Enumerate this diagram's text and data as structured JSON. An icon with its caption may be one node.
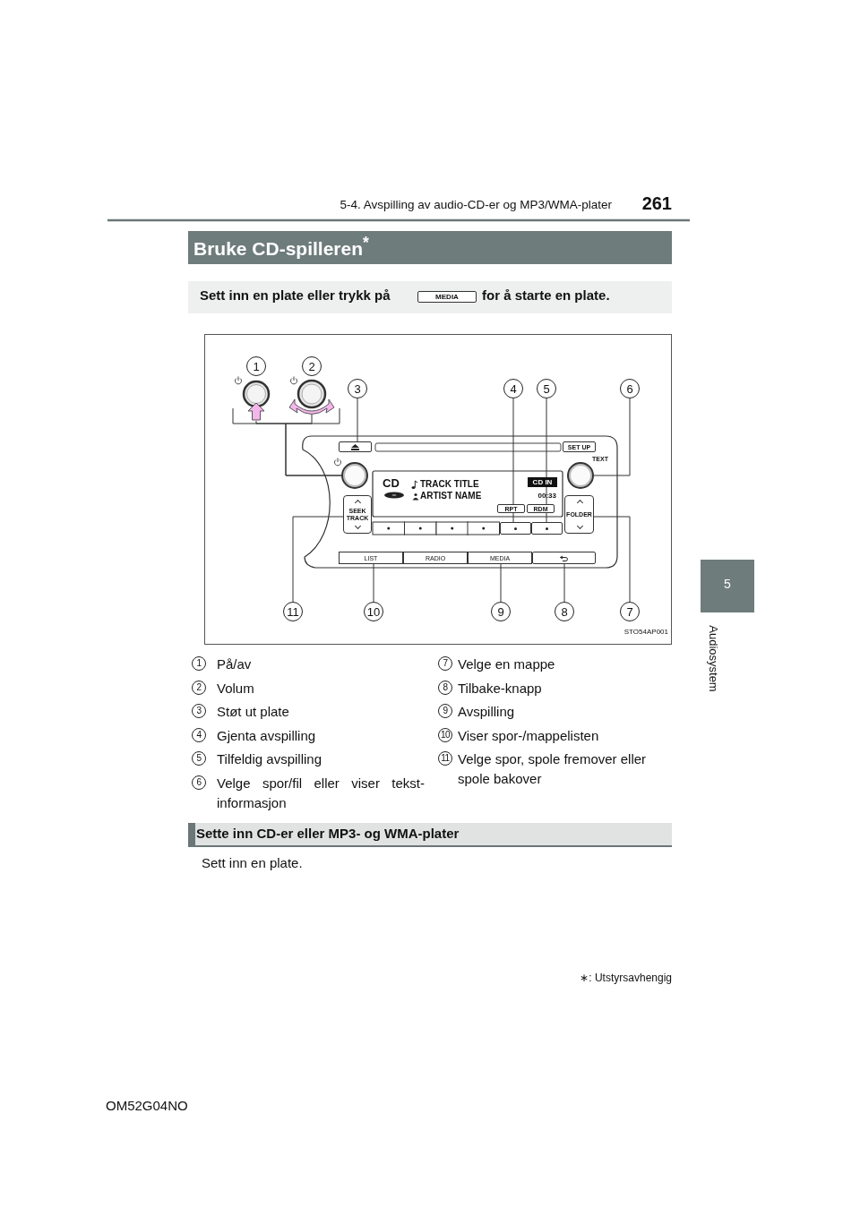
{
  "diagram": {
    "title": "Bruke CD-spilleren$^{*}$",
    "nodes": [
      {
        "text": [
          "1"
        ]
      },
      {
        "text": [
          "2"
        ]
      },
      {
        "text": [],
        "shape": "picture"
      },
      {
        "text": [],
        "shape": "picture"
      },
      {
        "text": [
          "3"
        ]
      },
      {
        "text": [
          "4"
        ]
      },
      {
        "text": [
          "5"
        ]
      },
      {
        "text": [
          "6"
        ]
      },
      {
        "text": [],
        "shape": "box"
      },
      {
        "text": [],
        "shape": "circle"
      },
      {
        "text": [],
        "shape": "circle"
      },
      {
        "text": [
          "SEEK TRACK"
        ]
      },
      {
        "text": [],
        "shape": "box"
      },
      {
        "text": [],
        "shape": "box"
      },
      {
        "text": [
          "FOLDER"
        ]
      },
      {
        "text": [
          "LIST"
        ]
      },
      {
        "text": [
          "RADIO"
        ]
      },
      {
        "text": [
          "MEDIA"
        ]
      },
      {
        "text": [],
        "shape": "box"
      },
      {
        "text": [
          "11"
        ]
      },
      {
        "text": [
          "10"
        ]
      },
      {
        "text": [
          "9"
        ]
      },
      {
        "text": [
          "8"
        ]
      },
      {
        "text": [
          "7"
        ]
      }
    ],
    "edges": [
      {
        "from": 2,
        "to": 9,
        "arrow": "none"
      },
      {
        "from": 3,
        "to": 9,
        "arrow": "none"
      },
      {
        "from": 4,
        "to": 8,
        "arrow": "none"
      },
      {
        "from": 5,
        "to": 12,
        "arrow": "none"
      },
      {
        "from": 6,
        "to": 13,
        "arrow": "none"
      },
      {
        "from": 7,
        "to": 10,
        "arrow": "none"
      },
      {
        "from": 19,
        "to": 11,
        "arrow": "none"
      },
      {
        "from": 20,
        "to": 15,
        "arrow": "none"
      },
      {
        "from": 21,
        "to": 17,
        "arrow": "none"
      },
      {
        "from": 22,
        "to": 18,
        "arrow": "none"
      },
      {
        "from": 23,
        "to": 14,
        "arrow": "none"
      }
    ],
    "labels": [
      "5-4. Avspilling av audio-CD-er og MP3/WMA-plater",
      "261",
      "5",
      "Audiosystem",
      "Sett inn en plate eller trykk på",
      "MEDIA",
      "for å starte en plate.",
      "SET UP",
      "TEXT",
      "CD",
      "TRACK TITLE",
      "CD IN",
      "ARTIST NAME",
      "00:33",
      "RPT",
      "RDM",
      "STO54AP001",
      "1",
      "På/av",
      "2",
      "Volum",
      "3",
      "Støt ut plate",
      "4",
      "Gjenta avspilling",
      "5",
      "Tilfeldig avspilling",
      "6",
      "Velge spor/fil eller viser tekst-informasjon",
      "7",
      "Velge en mappe",
      "8",
      "Tilbake-knapp",
      "9",
      "Avspilling",
      "10",
      "Viser spor-/mappelisten",
      "11",
      "Velge spor, spole fremover eller spole bakover",
      "Sette inn CD-er eller MP3- og WMA-plater",
      "Sett inn en plate.",
      "∗: Utstyrsavhengig",
      "OM52G04NO"
    ]
  }
}
